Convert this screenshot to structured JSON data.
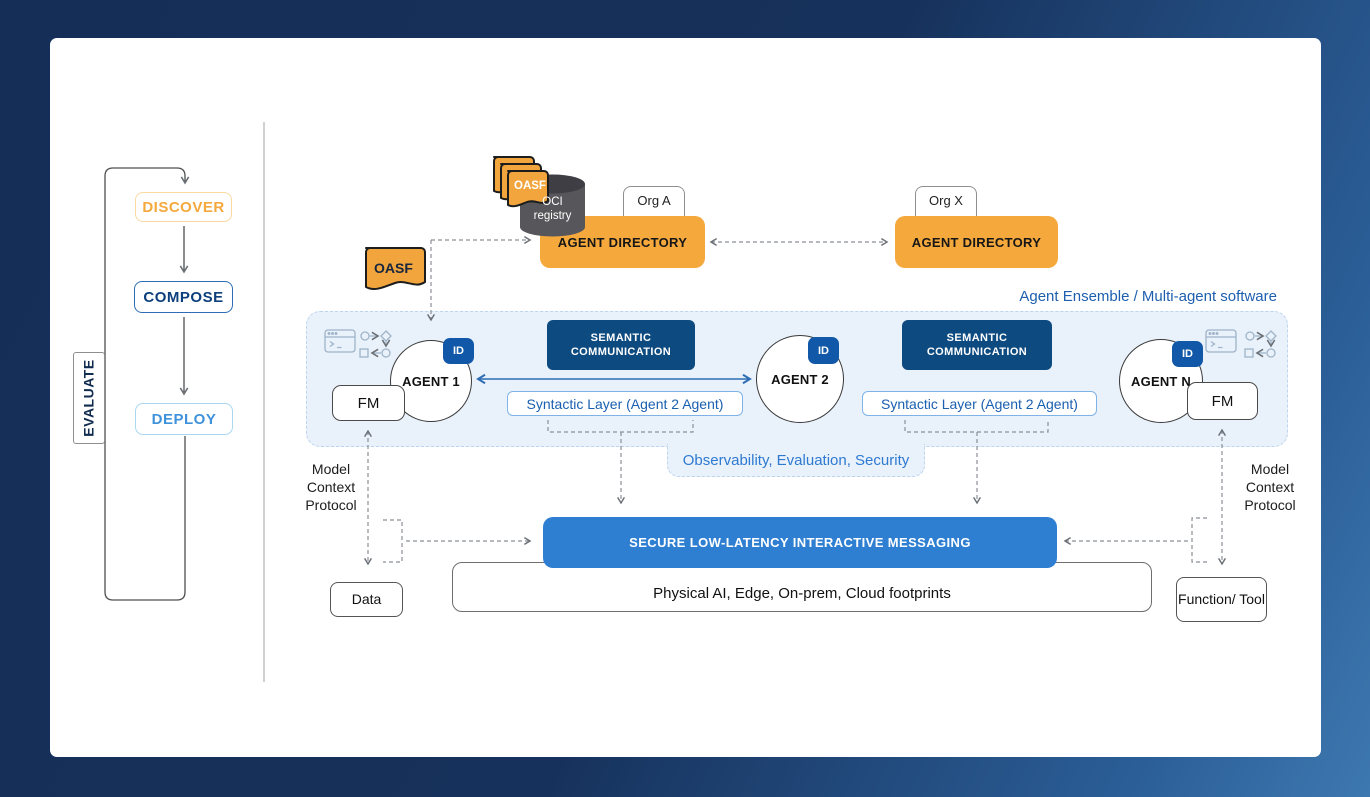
{
  "lifecycle": {
    "evaluate": "EVALUATE",
    "discover": "DISCOVER",
    "compose": "COMPOSE",
    "deploy": "DEPLOY"
  },
  "directory": {
    "oasf_label": "OASF",
    "oasf_stack_label": "OASF",
    "oci_registry_label": "OCI registry",
    "org_a": "Org A",
    "org_x": "Org X",
    "agent_directory_a": "AGENT DIRECTORY",
    "agent_directory_x": "AGENT DIRECTORY"
  },
  "ensemble": {
    "title": "Agent Ensemble / Multi-agent software",
    "agent1": "AGENT 1",
    "agent2": "AGENT 2",
    "agentn": "AGENT N",
    "id_badge": "ID",
    "fm": "FM",
    "semantic_line1": "SEMANTIC",
    "semantic_line2": "COMMUNICATION",
    "syntactic": "Syntactic Layer (Agent 2 Agent)",
    "observability": "Observability, Evaluation, Security"
  },
  "infrastructure": {
    "mcp": "Model Context Protocol",
    "messaging": "SECURE LOW-LATENCY INTERACTIVE MESSAGING",
    "footprints": "Physical AI, Edge, On-prem, Cloud footprints",
    "data": "Data",
    "function_tool": "Function/ Tool"
  },
  "colors": {
    "background_top": "#152E57",
    "background_bottom": "#3E78B0",
    "orange": "#F5A83C",
    "navy": "#0D4A80",
    "badge_blue": "#1158A8",
    "messaging_blue": "#2E7FD2",
    "accent_blue": "#1D5FAE",
    "link_blue": "#2E7AD1",
    "ensemble_fill": "#E9F1FB",
    "ensemble_border": "#BCD4EE"
  }
}
